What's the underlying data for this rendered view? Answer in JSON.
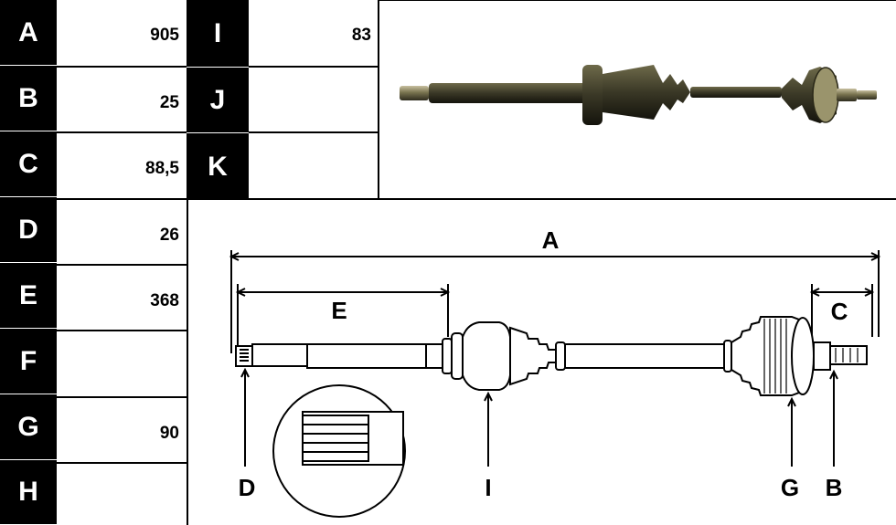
{
  "left_table": [
    {
      "label": "A",
      "value": "905"
    },
    {
      "label": "B",
      "value": "25"
    },
    {
      "label": "C",
      "value": "88,5"
    },
    {
      "label": "D",
      "value": "26"
    },
    {
      "label": "E",
      "value": "368"
    },
    {
      "label": "F",
      "value": ""
    },
    {
      "label": "G",
      "value": "90"
    },
    {
      "label": "H",
      "value": ""
    }
  ],
  "right_table": [
    {
      "label": "I",
      "value": "83"
    },
    {
      "label": "J",
      "value": ""
    },
    {
      "label": "K",
      "value": ""
    }
  ],
  "diagram": {
    "dim_a": "A",
    "dim_e": "E",
    "dim_c": "C",
    "marker_d": "D",
    "marker_i": "I",
    "marker_g": "G",
    "marker_b": "B"
  }
}
